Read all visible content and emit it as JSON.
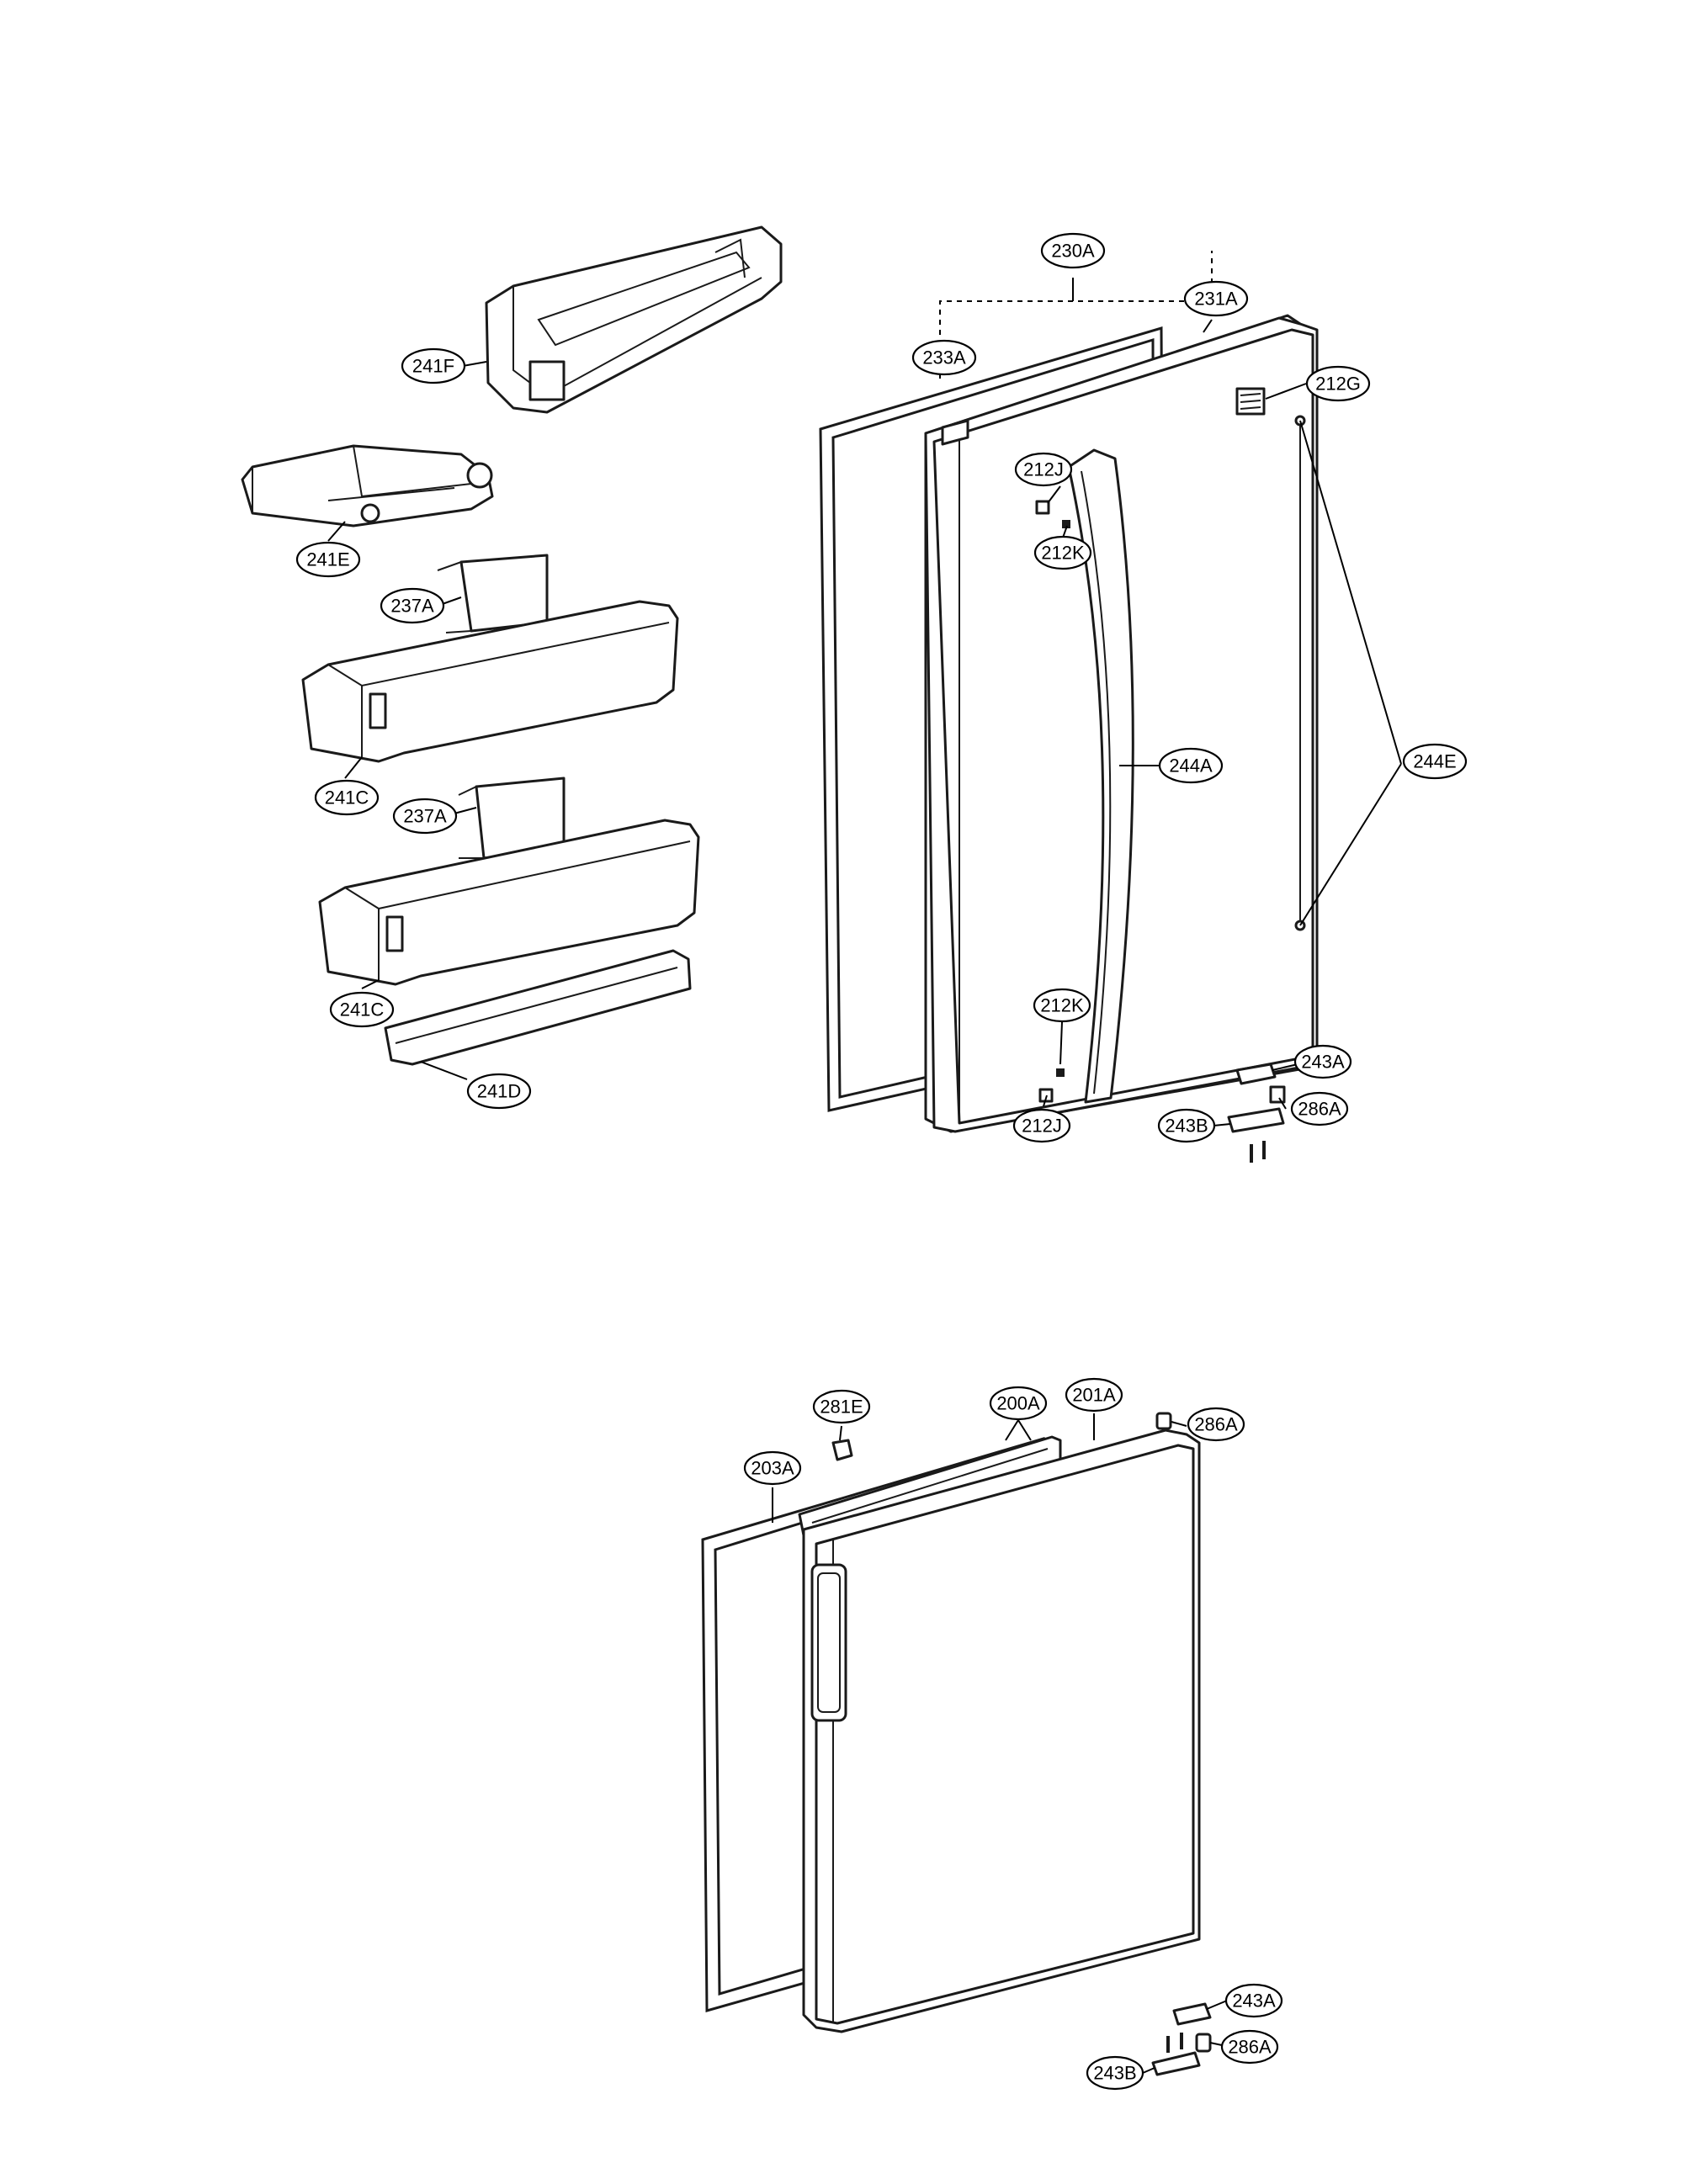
{
  "callouts": {
    "c230A": "230A",
    "c231A": "231A",
    "c233A": "233A",
    "c212G": "212G",
    "c212J_top": "212J",
    "c212K_top": "212K",
    "c244A": "244A",
    "c244E": "244E",
    "c212K_bot": "212K",
    "c212J_bot": "212J",
    "c243A_top": "243A",
    "c286A_top": "286A",
    "c243B_top": "243B",
    "c241F": "241F",
    "c241E": "241E",
    "c237A_1": "237A",
    "c241C_1": "241C",
    "c237A_2": "237A",
    "c241C_2": "241C",
    "c241D": "241D",
    "c281E": "281E",
    "c200A": "200A",
    "c201A": "201A",
    "c286A_bot1": "286A",
    "c203A": "203A",
    "c243A_bot": "243A",
    "c286A_bot2": "286A",
    "c243B_bot": "243B"
  },
  "colors": {
    "line": "#1a1a1a",
    "background": "#ffffff"
  }
}
